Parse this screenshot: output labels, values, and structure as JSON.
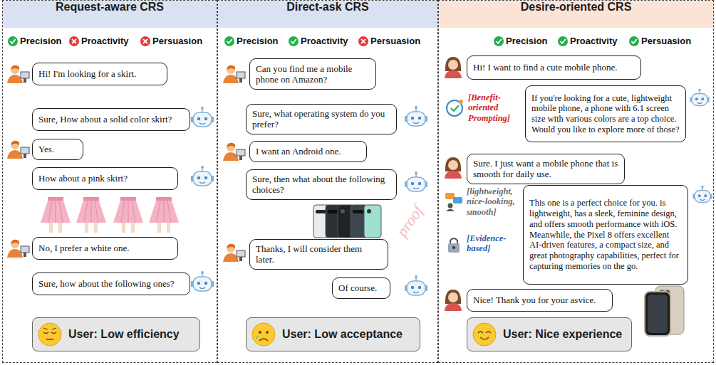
{
  "diagram": {
    "nodes": [
      {
        "text": [
          "Request-aware CRS"
        ]
      },
      {
        "text": [
          "Hi! I'm looking for a skirt."
        ],
        "in": 0
      },
      {
        "text": [
          "Sure, How about a solid color skirt?"
        ],
        "in": 0
      },
      {
        "text": [
          "Yes."
        ],
        "in": 0
      },
      {
        "text": [
          "How about a pink skirt?"
        ],
        "in": 0
      },
      {
        "text": [
          "No, I prefer a white one."
        ],
        "in": 0
      },
      {
        "text": [
          "Sure, how about the following ones?"
        ],
        "in": 0
      },
      {
        "text": [
          "User: Low efficiency"
        ],
        "in": 0
      },
      {
        "text": [
          "Direct-ask CRS"
        ]
      },
      {
        "text": [
          "Can you find me a mobile phone on Amazon?"
        ],
        "in": 8
      },
      {
        "text": [
          "Sure, what operating system do you prefer?"
        ],
        "in": 8
      },
      {
        "text": [
          "I want an Android one."
        ],
        "in": 8
      },
      {
        "text": [
          "Sure, then what about the following choices?"
        ],
        "in": 8
      },
      {
        "text": [
          "Thanks, I will consider them later."
        ],
        "in": 8
      },
      {
        "text": [
          "Of course."
        ],
        "in": 8
      },
      {
        "text": [
          "User: Low acceptance"
        ],
        "in": 8
      },
      {
        "text": [
          "Desire-oriented CRS"
        ]
      },
      {
        "text": [
          "Hi! I want to find a cute mobile phone."
        ],
        "in": 16
      },
      {
        "text": [
          "If you're looking for a cute, lightweight mobile phone, a phone with 6.1 screen size with various colors are a top choice. Would you like to explore more of those?"
        ],
        "in": 16
      },
      {
        "text": [
          "Sure. I just want a mobile phone that is smooth for daily use."
        ],
        "in": 16
      },
      {
        "text": [
          "This one is a perfect choice for you. is lightweight, has a sleek, feminine design, and offers smooth performance with iOS. Meanwhile, the Pixel 8 offers excellent AI-driven features, a compact size, and great photography capabilities, perfect for capturing memories on the go."
        ],
        "in": 16
      },
      {
        "text": [
          "Nice! Thank you for your asvice."
        ],
        "in": 16
      },
      {
        "text": [
          "User: Nice experience"
        ],
        "in": 16
      }
    ],
    "labels": [
      "Precision",
      "Proactivity",
      "Persuasion",
      "Precision",
      "Proactivity",
      "Persuasion",
      "Precision",
      "Proactivity",
      "Persuasion",
      "[Benefit- oriented Prompting]",
      "[lightweight, nice-looking, smooth]",
      "[Evidence- based]",
      "proof"
    ]
  }
}
